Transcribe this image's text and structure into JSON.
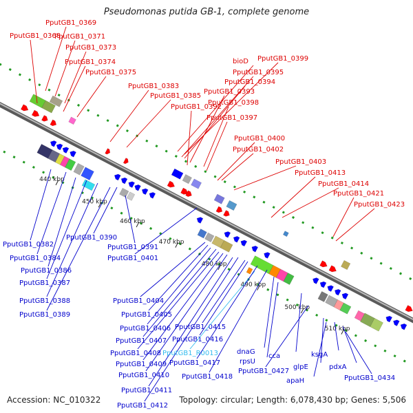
{
  "title": "Pseudomonas putida GB-1, complete genome",
  "footer": {
    "accession": "Accession: NC_010322",
    "summary": "Topology: circular; Length: 6,078,430 bp; Genes: 5,506"
  },
  "colors": {
    "forward_label": "#dd0000",
    "reverse_label": "#0000cc",
    "rna_label": "#33bbee",
    "backbone": "#888888",
    "forward_gene": "#ff0000",
    "reverse_gene": "#0000ff",
    "dots": "#229922"
  },
  "ticks": [
    "440 kbp",
    "450 kbp",
    "460 kbp",
    "470 kbp",
    "480 kbp",
    "490 kbp",
    "500 kbp",
    "510 kbp"
  ],
  "forward_labels": [
    "PputGB1_0369",
    "PputGB1_0368",
    "PputGB1_0371",
    "PputGB1_0373",
    "PputGB1_0374",
    "PputGB1_0375",
    "PputGB1_0383",
    "bioD",
    "PputGB1_0399",
    "PputGB1_0395",
    "PputGB1_0394",
    "PputGB1_0385",
    "PputGB1_0393",
    "PputGB1_0392",
    "PputGB1_0398",
    "PputGB1_0397",
    "PputGB1_0400",
    "PputGB1_0402",
    "PputGB1_0403",
    "PputGB1_0413",
    "PputGB1_0414",
    "PputGB1_0421",
    "PputGB1_0423"
  ],
  "reverse_labels": [
    "PputGB1_0382",
    "PputGB1_0384",
    "PputGB1_0386",
    "PputGB1_0387",
    "PputGB1_0388",
    "PputGB1_0389",
    "PputGB1_0390",
    "PputGB1_0391",
    "PputGB1_0401",
    "PputGB1_0404",
    "PputGB1_0405",
    "PputGB1_0406",
    "PputGB1_0407",
    "PputGB1_0408",
    "PputGB1_0409",
    "PputGB1_0410",
    "PputGB1_0411",
    "PputGB1_0412",
    "PputGB1_0415",
    "PputGB1_0416",
    "PputGB1_R0013",
    "PputGB1_0417",
    "PputGB1_0418",
    "dnaG",
    "rpsU",
    "cca",
    "PputGB1_0427",
    "glpE",
    "apaH",
    "ksgA",
    "pdxA",
    "PputGB1_0434"
  ]
}
